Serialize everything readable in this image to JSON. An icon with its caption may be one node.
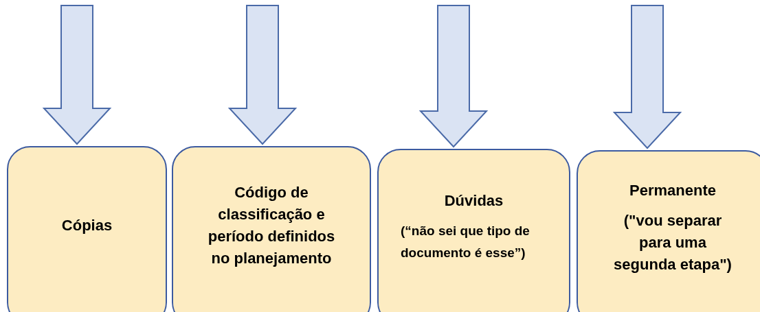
{
  "diagram": {
    "nodes": [
      {
        "text": [
          "Cópias"
        ]
      },
      {
        "text": [
          "Código de classificação e período definidos no planejamento"
        ]
      },
      {
        "text": [
          "Dúvidas",
          "(“não sei que tipo de documento é esse”)"
        ]
      },
      {
        "text": [
          "Permanente",
          "(\"vou separar para uma segunda etapa\")"
        ]
      }
    ],
    "edges": [
      {
        "from": null,
        "to": 0,
        "arrow": "to"
      },
      {
        "from": null,
        "to": 1,
        "arrow": "to"
      },
      {
        "from": null,
        "to": 2,
        "arrow": "to"
      },
      {
        "from": null,
        "to": 3,
        "arrow": "to"
      }
    ]
  }
}
